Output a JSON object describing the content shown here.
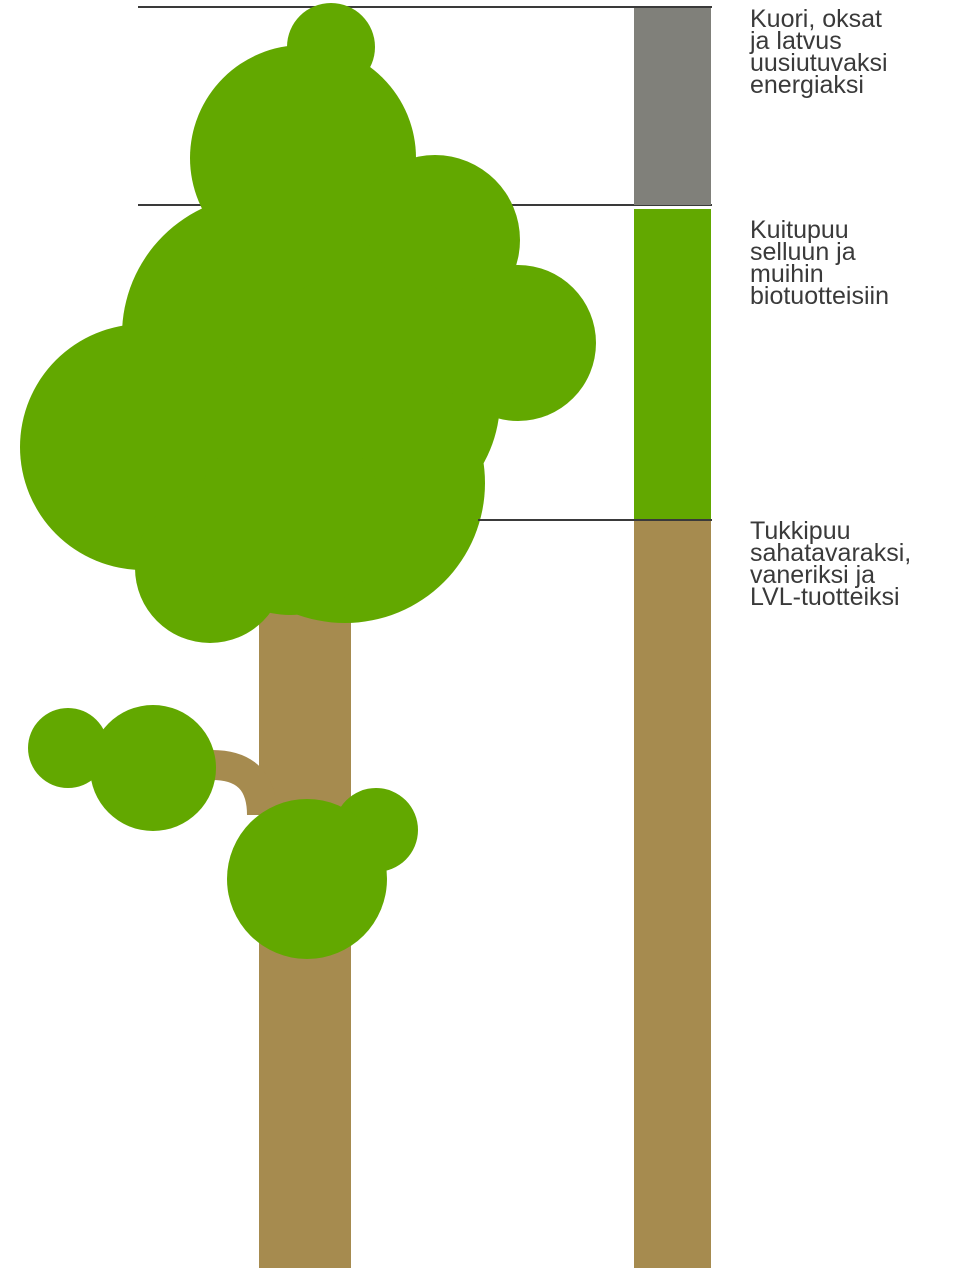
{
  "colors": {
    "foliage": "#62a800",
    "trunk": "#a68b4f",
    "energy_segment": "#80807a",
    "pulp_segment": "#62a800",
    "log_segment": "#a68b4f",
    "divider_line": "#3a3a3a",
    "label_text": "#3a3a3a"
  },
  "segments": [
    {
      "id": "energy",
      "label_lines": [
        "Kuori, oksat",
        "ja latvus",
        "uusiutuvaksi",
        "energiaksi"
      ]
    },
    {
      "id": "pulp",
      "label_lines": [
        "Kuitupuu",
        "selluun ja",
        "muihin",
        "biotuotteisiin"
      ]
    },
    {
      "id": "log",
      "label_lines": [
        "Tukkipuu",
        "sahatavaraksi,",
        "vaneriksi ja",
        "LVL-tuotteiksi"
      ]
    }
  ]
}
